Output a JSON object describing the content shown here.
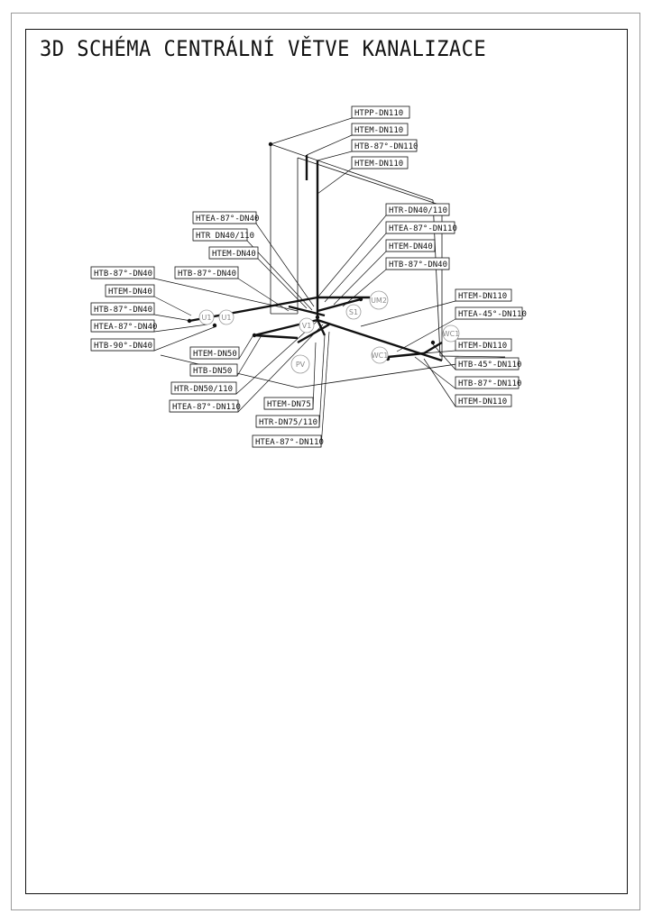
{
  "title": "3D SCHÉMA CENTRÁLNÍ VĚTVE KANALIZACE",
  "labels": [
    "HTPP-DN110",
    "HTEM-DN110",
    "HTB-87°-DN110",
    "HTEM-DN110",
    "HTR-DN40/110",
    "HTEA-87°-DN110",
    "HTEM-DN40",
    "HTB-87°-DN40",
    "HTEA-87°-DN40",
    "HTR DN40/110",
    "HTEM-DN40",
    "HTB-87°-DN40",
    "HTB-87°-DN40",
    "HTEM-DN40",
    "HTB-87°-DN40",
    "HTEA-87°-DN40",
    "HTB-90°-DN40",
    "HTEM-DN50",
    "HTB-DN50",
    "HTR-DN50/110",
    "HTEA-87°-DN110",
    "HTEM-DN75",
    "HTR-DN75/110",
    "HTEA-87°-DN110",
    "HTEM-DN110",
    "HTEA-45°-DN110",
    "HTEM-DN110",
    "HTB-45°-DN110",
    "HTB-87°-DN110",
    "HTEM-DN110"
  ],
  "bubbles": [
    "U1",
    "U1",
    "V1",
    "S1",
    "UM2",
    "WC1",
    "WC1",
    "PV"
  ]
}
